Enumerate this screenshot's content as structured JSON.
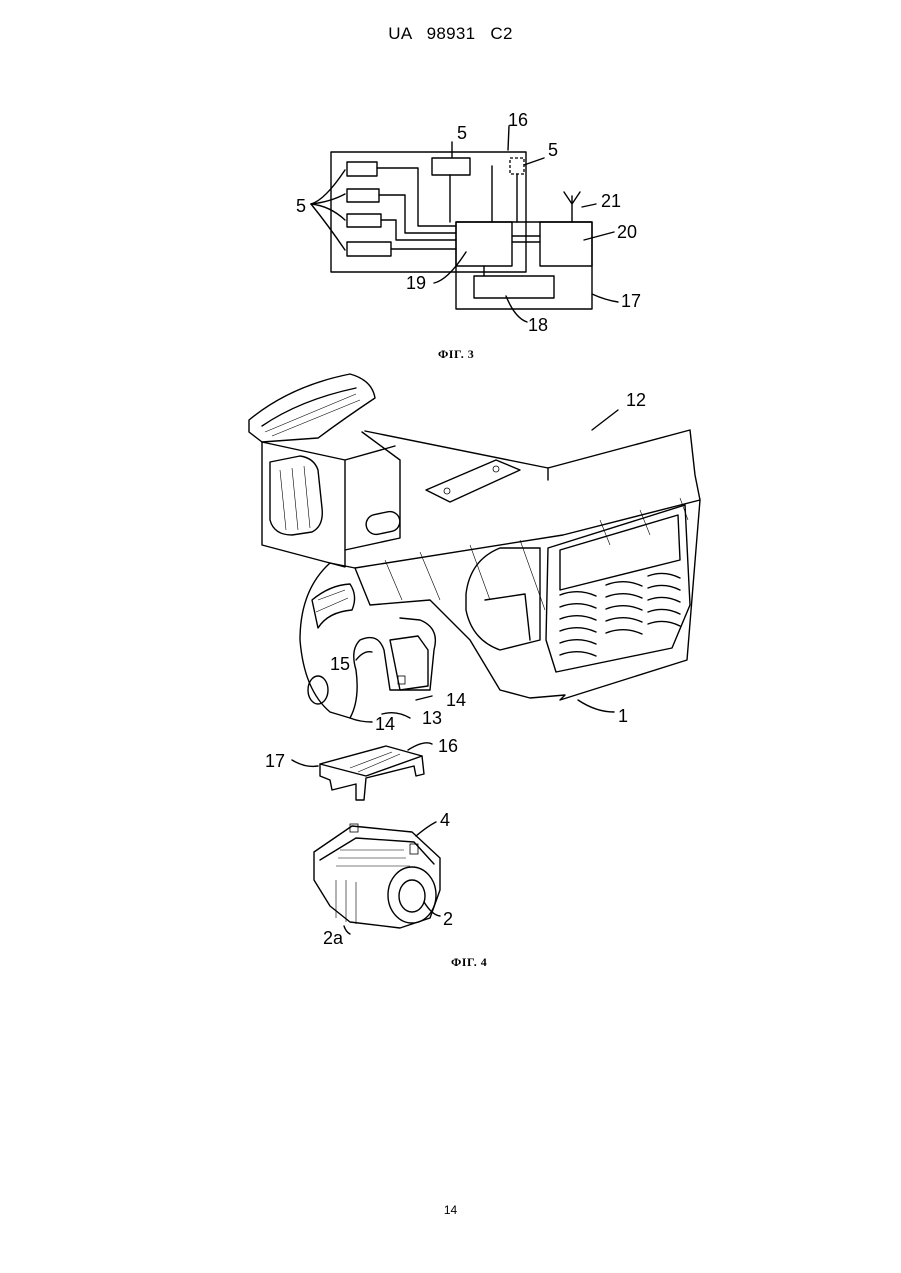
{
  "header": {
    "text": "UA 98931 C2"
  },
  "fig3": {
    "caption": "ФІГ. 3",
    "labels": {
      "l5_top": "5",
      "l16": "16",
      "l5_dashed": "5",
      "l5_left": "5",
      "l21": "21",
      "l20": "20",
      "l19": "19",
      "l17": "17",
      "l18": "18"
    }
  },
  "fig4": {
    "caption": "ФІГ. 4",
    "labels": {
      "l12": "12",
      "l15": "15",
      "l14a": "14",
      "l13": "13",
      "l14b": "14",
      "l1": "1",
      "l16": "16",
      "l17": "17",
      "l4": "4",
      "l2": "2",
      "l2a": "2a"
    }
  },
  "footer": {
    "page_number": "14"
  }
}
